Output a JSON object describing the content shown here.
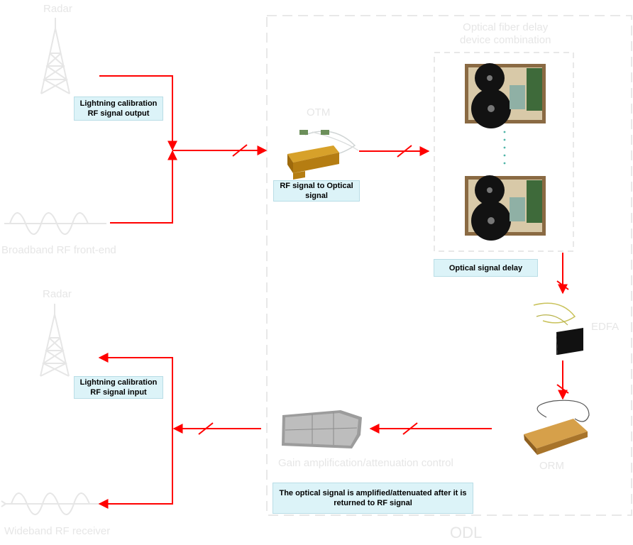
{
  "labels": {
    "radar_top": "Radar",
    "broadband_frontend": "Broadband RF front-end",
    "radar_bottom": "Radar",
    "wideband_receiver": "Wideband RF receiver",
    "otm": "OTM",
    "delay_combo_line1": "Optical fiber delay",
    "delay_combo_line2": "device combination",
    "edfa": "EDFA",
    "orm": "ORM",
    "gain_control": "Gain amplification/attenuation control",
    "odl": "ODL"
  },
  "boxes": {
    "cal_output_line1": "Lightning calibration",
    "cal_output_line2": "RF signal output",
    "rf_to_optical_line1": "RF signal to Optical",
    "rf_to_optical_line2": "signal",
    "optical_delay": "Optical signal delay",
    "cal_input_line1": "Lightning calibration",
    "cal_input_line2": "RF signal input",
    "amplified_line1": "The optical signal is amplified/attenuated after it is",
    "amplified_line2": "returned to RF signal"
  },
  "colors": {
    "arrow": "#ff0000",
    "faint_label": "#e6e6e6",
    "box_fill": "#dcf3f8",
    "dashed_border": "#e8e8e8"
  }
}
